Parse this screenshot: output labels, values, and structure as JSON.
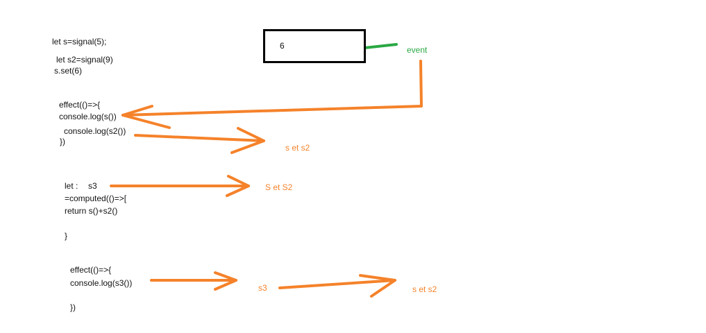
{
  "colors": {
    "arrow": "#f5822a",
    "event": "#2aa844",
    "text": "#111111",
    "box_border": "#000000"
  },
  "code": {
    "decl_s": "let s=signal(5);",
    "decl_s2": "let s2=signal(9)",
    "set_s": "s.set(6)",
    "effect1": {
      "open": "effect(()=>{",
      "log_s": "console.log(s())",
      "log_s2": "console.log(s2())",
      "close": "})"
    },
    "computed": {
      "let": "let :",
      "name": "s3",
      "assign": "=computed(()=>[",
      "ret": "return s()+s2()",
      "close": "}"
    },
    "effect2": {
      "open": "effect(()=>{",
      "log_s3": "console.log(s3())",
      "close": "})"
    }
  },
  "box": {
    "value": "6"
  },
  "labels": {
    "event": "event",
    "deps1": "s et s2",
    "deps2": "S et S2",
    "s3": "s3",
    "deps3": "s et s2"
  }
}
